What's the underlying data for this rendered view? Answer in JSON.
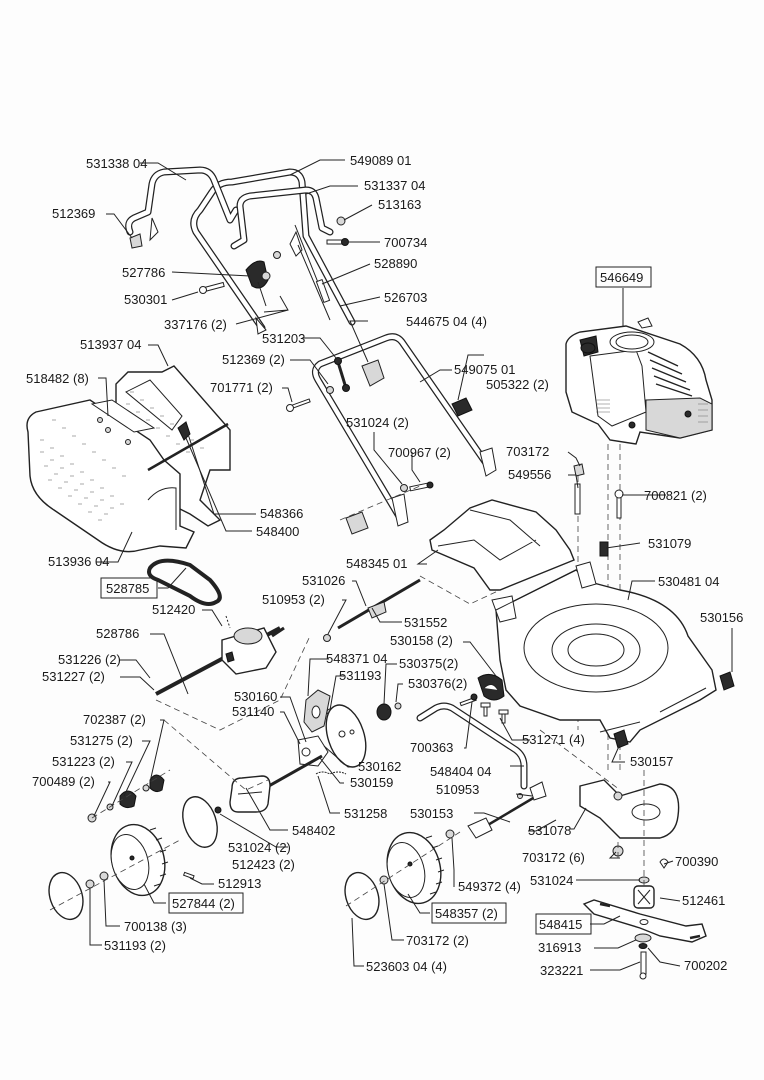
{
  "diagram": {
    "title": "Lawn mower exploded parts diagram",
    "labels": {
      "handle_upper_left": "531338 04",
      "handle_upper": "549089 01",
      "handle_upper_right": "531337 04",
      "washer_top": "513163",
      "knob_left": "512369",
      "bolt_700734": "700734",
      "cable_528890": "528890",
      "lever_527786": "527786",
      "bolt_530301": "530301",
      "cable_526703": "526703",
      "clip_337176": "337176 (2)",
      "clip_531203": "531203",
      "knob_544675": "544675 04 (4)",
      "bag_frame_513937": "513937 04",
      "knob_512369_2": "512369 (2)",
      "rivet_518482": "518482 (8)",
      "screw_701771": "701771 (2)",
      "handle_lower": "549075 01",
      "clip_505322": "505322 (2)",
      "nut_531024_handle": "531024 (2)",
      "bolt_700967": "700967 (2)",
      "rod_548366": "548366",
      "rod_548400": "548400",
      "bag_513936": "513936 04",
      "belt_528785": "528785",
      "flap_548345": "548345 01",
      "nut_703172": "703172",
      "stud_549556": "549556",
      "bolt_700821": "700821 (2)",
      "spacer_531079": "531079",
      "engine_546649": "546649",
      "deck_530481": "530481 04",
      "cable_531026": "531026",
      "nut_510953_2": "510953 (2)",
      "spring_531552": "531552",
      "spring_512420": "512420",
      "gearbox_528786": "528786",
      "bracket_530158": "530158 (2)",
      "hinge_530156": "530156",
      "pin_531226": "531226 (2)",
      "pin_531227": "531227 (2)",
      "plate_548371": "548371 04",
      "nut_531193": "531193",
      "bush_530375": "530375(2)",
      "washer_530376": "530376(2)",
      "arm_530160": "530160",
      "pin_531140": "531140",
      "bolt_700363": "700363",
      "screw_531271": "531271 (4)",
      "screw_702387": "702387 (2)",
      "pinion_531275": "531275 (2)",
      "washer_531223": "531223 (2)",
      "washer_700489": "700489 (2)",
      "pin_530162": "530162",
      "bracket_530159": "530159",
      "handle_548404": "548404 04",
      "hinge_530157": "530157",
      "nut_510953": "510953",
      "spring_531258": "531258",
      "axle_530153": "530153",
      "axle_548402": "548402",
      "blade_holder_531078": "531078",
      "nut_531024_2": "531024 (2)",
      "cover_512423": "512423 (2)",
      "washer_549372": "549372 (4)",
      "nut_703172_6": "703172 (6)",
      "screw_700390": "700390",
      "screw_512913": "512913",
      "washer_531024": "531024",
      "hub_512461": "512461",
      "wheel_rear": "527844 (2)",
      "nut_700138": "700138 (3)",
      "wheel_front": "548357 (2)",
      "blade_548415": "548415",
      "nut_531193_2": "531193 (2)",
      "nut_703172_2": "703172 (2)",
      "washer_316913": "316913",
      "washer_700202": "700202",
      "cap_523603": "523603 04 (4)",
      "bolt_323221": "323221"
    },
    "boxed_labels": [
      "engine_546649",
      "belt_528785",
      "wheel_rear",
      "wheel_front",
      "blade_548415"
    ]
  }
}
